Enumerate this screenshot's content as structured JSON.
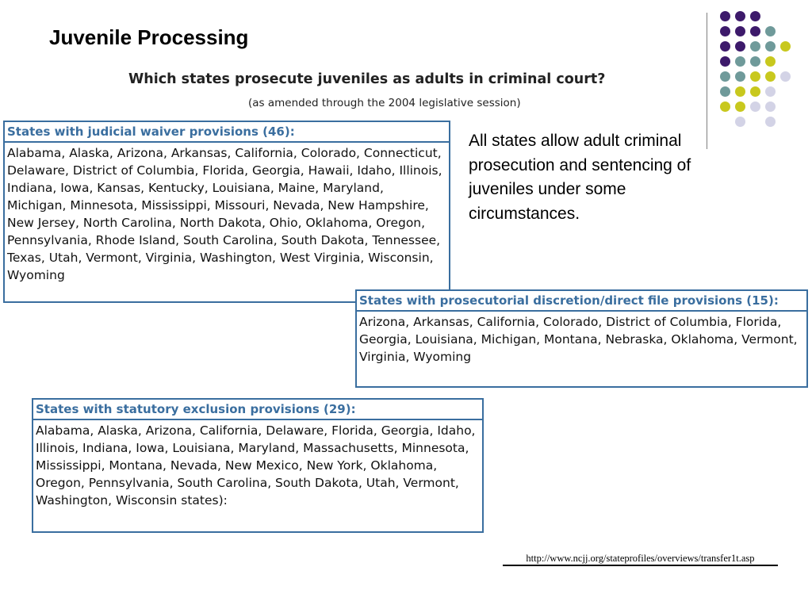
{
  "slide": {
    "title": "Juvenile Processing"
  },
  "figure": {
    "question": "Which states prosecute juveniles as adults in criminal court?",
    "subtitle": "(as amended through the 2004 legislative session)"
  },
  "boxes": {
    "judicial": {
      "header": "States with judicial waiver provisions (46):",
      "body": "Alabama, Alaska, Arizona, Arkansas, California, Colorado, Connecticut, Delaware, District of Columbia, Florida, Georgia, Hawaii, Idaho, Illinois, Indiana, Iowa, Kansas, Kentucky, Louisiana, Maine, Maryland, Michigan, Minnesota, Mississippi, Missouri, Nevada, New Hampshire, New Jersey, North Carolina, North Dakota, Ohio, Oklahoma, Oregon, Pennsylvania, Rhode Island, South Carolina, South Dakota, Tennessee, Texas, Utah, Vermont, Virginia, Washington, West Virginia, Wisconsin, Wyoming"
    },
    "prosecutorial": {
      "header": "States with prosecutorial discretion/direct file provisions (15):",
      "body": "Arizona, Arkansas, California, Colorado, District of Columbia, Florida, Georgia, Louisiana, Michigan, Montana, Nebraska, Oklahoma, Vermont, Virginia, Wyoming"
    },
    "statutory": {
      "header": "States with statutory exclusion provisions (29):",
      "body": "Alabama, Alaska, Arizona, California, Delaware, Florida, Georgia, Idaho, Illinois, Indiana, Iowa, Louisiana, Maryland, Massachusetts, Minnesota, Mississippi, Montana, Nevada, New Mexico, New York, Oklahoma, Oregon, Pennsylvania, South Carolina, South Dakota, Utah, Vermont, Washington, Wisconsin states):"
    }
  },
  "sidebar": {
    "text": "All states allow adult criminal prosecution and sentencing of juveniles under some circumstances."
  },
  "source": {
    "url_text": "http://www.ncjj.org/stateprofiles/overviews/transfer1t.asp"
  },
  "decoration": {
    "colors": {
      "purple": "#3d1a6b",
      "teal": "#6f9a9a",
      "yellow": "#c8c81e",
      "lavender": "#d3d3e6",
      "box_border": "#3a6e9f"
    },
    "dot_grid": [
      [
        "purple",
        "purple",
        "purple",
        "",
        ""
      ],
      [
        "purple",
        "purple",
        "purple",
        "teal",
        ""
      ],
      [
        "purple",
        "purple",
        "teal",
        "teal",
        "yellow"
      ],
      [
        "purple",
        "teal",
        "teal",
        "yellow",
        ""
      ],
      [
        "teal",
        "teal",
        "yellow",
        "yellow",
        "lavender"
      ],
      [
        "teal",
        "yellow",
        "yellow",
        "lavender",
        ""
      ],
      [
        "yellow",
        "yellow",
        "lavender",
        "lavender",
        ""
      ],
      [
        "",
        "lavender",
        "",
        "lavender",
        ""
      ]
    ]
  }
}
